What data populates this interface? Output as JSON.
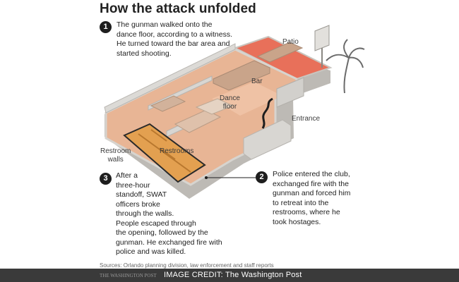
{
  "title": "How the attack unfolded",
  "steps": [
    {
      "number": "1",
      "text": "The gunman walked onto the\ndance floor, according to a witness.\nHe turned toward the bar area and\nstarted shooting."
    },
    {
      "number": "2",
      "text": "Police entered the club,\nexchanged fire with the\ngunman and forced him\nto retreat into the\nrestrooms, where he\ntook hostages."
    },
    {
      "number": "3",
      "text": "After a\nthree-hour\nstandoff, SWAT\nofficers broke\nthrough the walls.\nPeople escaped through\nthe opening, followed by the\ngunman. He exchanged fire with\npolice and was killed."
    }
  ],
  "labels": {
    "patio": "Patio",
    "bar": "Bar",
    "dance_floor": "Dance\nfloor",
    "entrance": "Entrance",
    "restrooms": "Restrooms",
    "restroom_walls": "Restroom\nwalls"
  },
  "sources": "Sources: Orlando planning division, law enforcement and staff reports",
  "publisher": "THE WASHINGTON POST",
  "credit": "IMAGE CREDIT: The Washington Post",
  "colors": {
    "floor": "#e8b595",
    "walls": "#d8d6d2",
    "patio": "#e8705a",
    "restrooms": "#e3a050",
    "highlight": "#2a2a2a"
  }
}
